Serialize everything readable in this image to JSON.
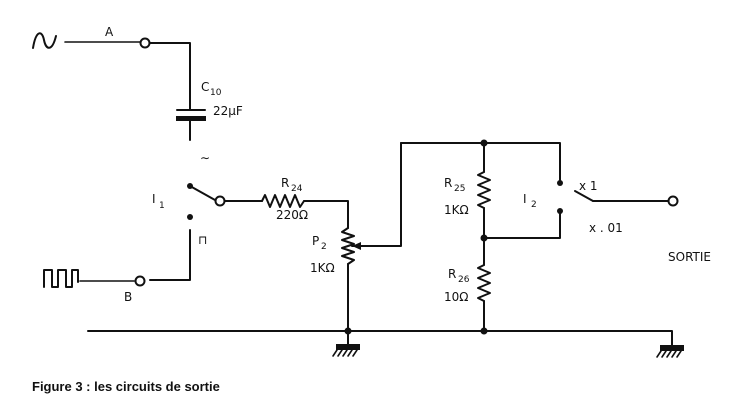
{
  "caption": "Figure 3 : les circuits de sortie",
  "inputs": {
    "a": {
      "label": "A",
      "icon": "sine-wave-icon"
    },
    "b": {
      "label": "B",
      "icon": "square-wave-icon"
    }
  },
  "c10": {
    "name": "C",
    "sub": "10",
    "value": "22µF"
  },
  "i1": {
    "name": "I",
    "sub": "1",
    "pos_sine": "∼",
    "pos_square": "⊓"
  },
  "r24": {
    "name": "R",
    "sub": "24",
    "value": "220Ω"
  },
  "p2": {
    "name": "P",
    "sub": "2",
    "value": "1KΩ"
  },
  "r25": {
    "name": "R",
    "sub": "25",
    "value": "1KΩ"
  },
  "r26": {
    "name": "R",
    "sub": "26",
    "value": "10Ω"
  },
  "i2": {
    "name": "I",
    "sub": "2",
    "pos1": "x 1",
    "pos2": "x . 01"
  },
  "output": {
    "label": "SORTIE"
  }
}
